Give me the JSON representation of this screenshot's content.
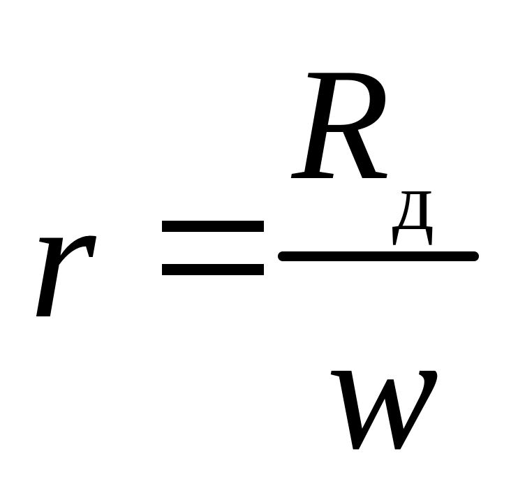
{
  "formula": {
    "lhs": "r",
    "operator": "=",
    "numerator": {
      "base": "R",
      "subscript": "д"
    },
    "denominator": "w"
  },
  "colors": {
    "ink": "#000000",
    "background": "#ffffff"
  }
}
